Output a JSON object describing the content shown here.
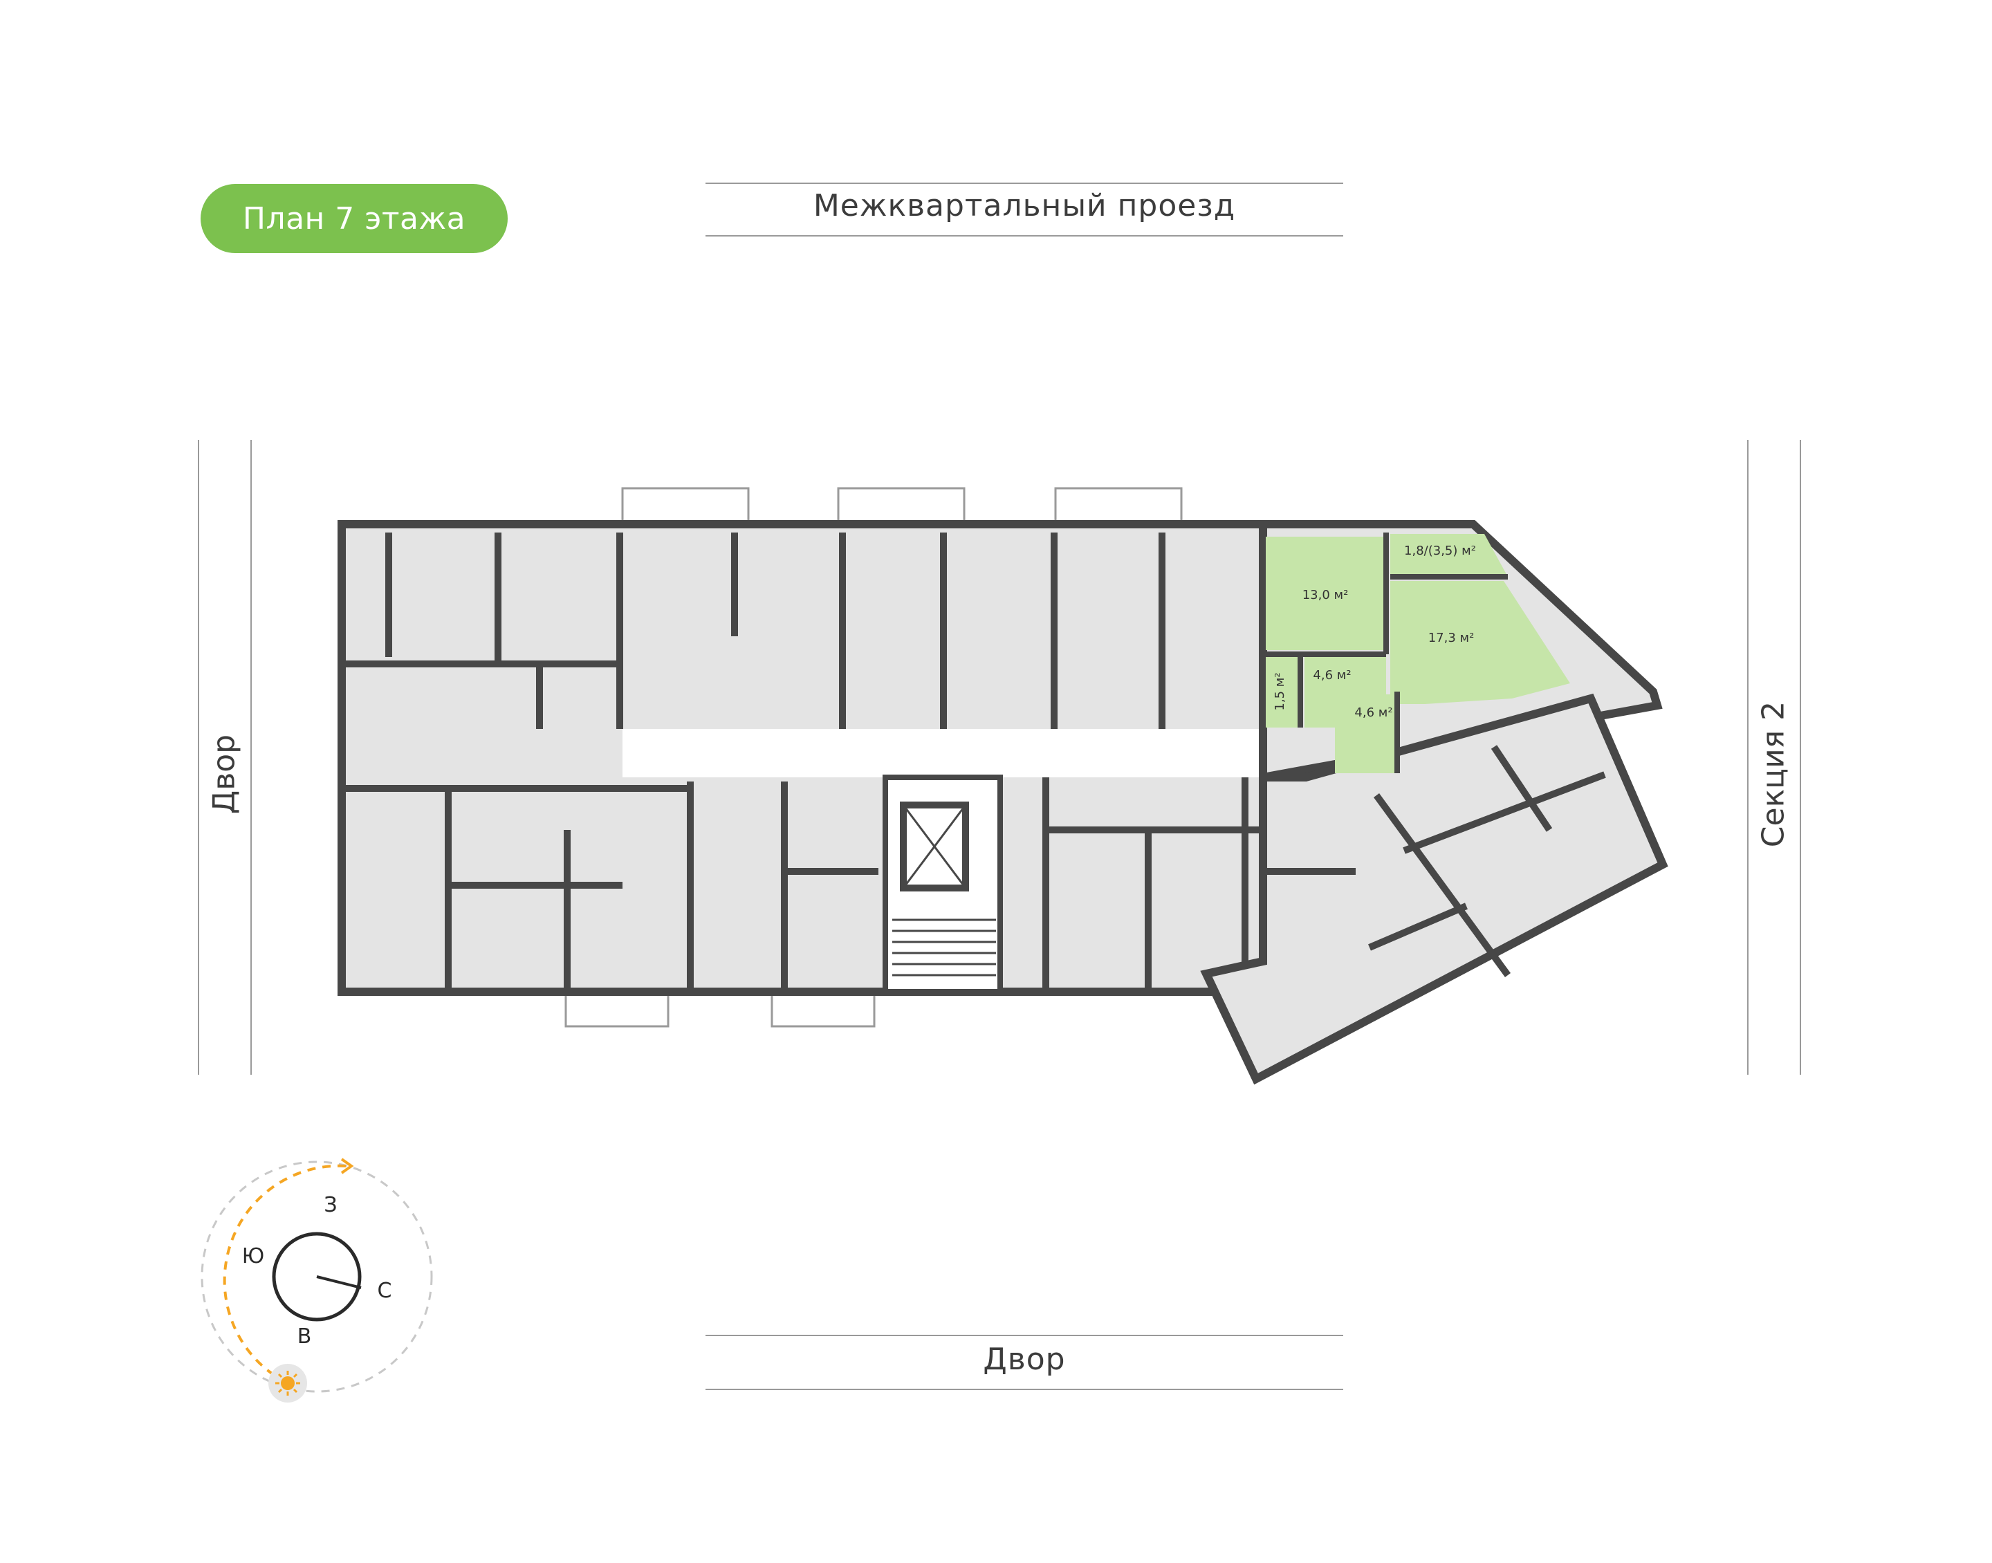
{
  "floor_badge": {
    "label": "План 7 этажа",
    "color": "#7cc14e"
  },
  "roads": {
    "top": "Межквартальный проезд",
    "bottom": "Двор",
    "left": "Двор",
    "right": "Секция 2"
  },
  "highlighted_apartment": {
    "color": "#c6e5a9",
    "rooms": [
      {
        "label": "13,0 м²"
      },
      {
        "label": "17,3 м²"
      },
      {
        "label": "1,8/(3,5) м²"
      },
      {
        "label": "4,6 м²"
      },
      {
        "label": "4,6 м²"
      },
      {
        "label": "1,5 м²"
      }
    ]
  },
  "compass": {
    "west": "З",
    "south": "Ю",
    "north": "С",
    "east": "В",
    "sun_icon": "sun-icon",
    "sun_color": "#f5a623"
  },
  "colors": {
    "wall": "#474747",
    "room": "#e6e6e6",
    "accent": "#7cc14e"
  }
}
